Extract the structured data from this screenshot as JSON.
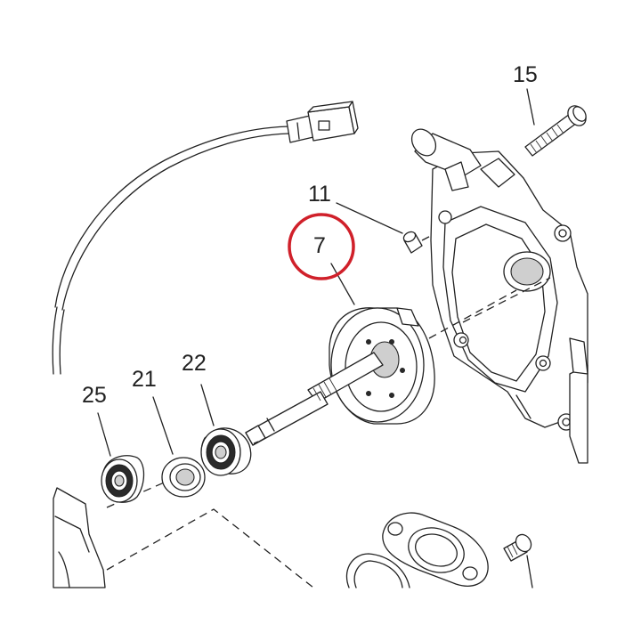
{
  "callouts": {
    "p15": "15",
    "p11": "11",
    "p7": "7",
    "p22": "22",
    "p21": "21",
    "p25": "25"
  },
  "highlight": {
    "target": "7",
    "color": "#d0202a"
  },
  "colors": {
    "line": "#222222",
    "background": "#ffffff"
  }
}
